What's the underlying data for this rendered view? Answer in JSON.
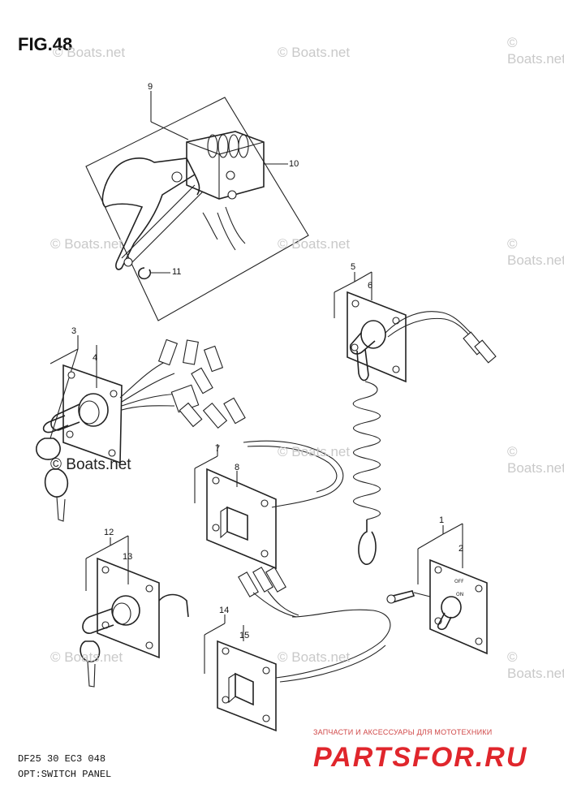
{
  "figure": {
    "title": "FIG.48",
    "footer_code": "DF25 30 EC3  048",
    "footer_name": "OPT:SWITCH PANEL"
  },
  "watermark": {
    "text": "© Boats.net"
  },
  "callouts": [
    "9",
    "10",
    "11",
    "3",
    "4",
    "5",
    "6",
    "7",
    "8",
    "12",
    "13",
    "1",
    "2",
    "14",
    "15"
  ],
  "brand": {
    "tagline": "ЗАПЧАСТИ И АКСЕССУАРЫ ДЛЯ МОТОТЕХНИКИ",
    "logo_text": "PARTSFOR.RU",
    "color": "#e0262c"
  },
  "panel_labels": {
    "kill_switch_off": "OFF",
    "kill_switch_on": "ON"
  }
}
